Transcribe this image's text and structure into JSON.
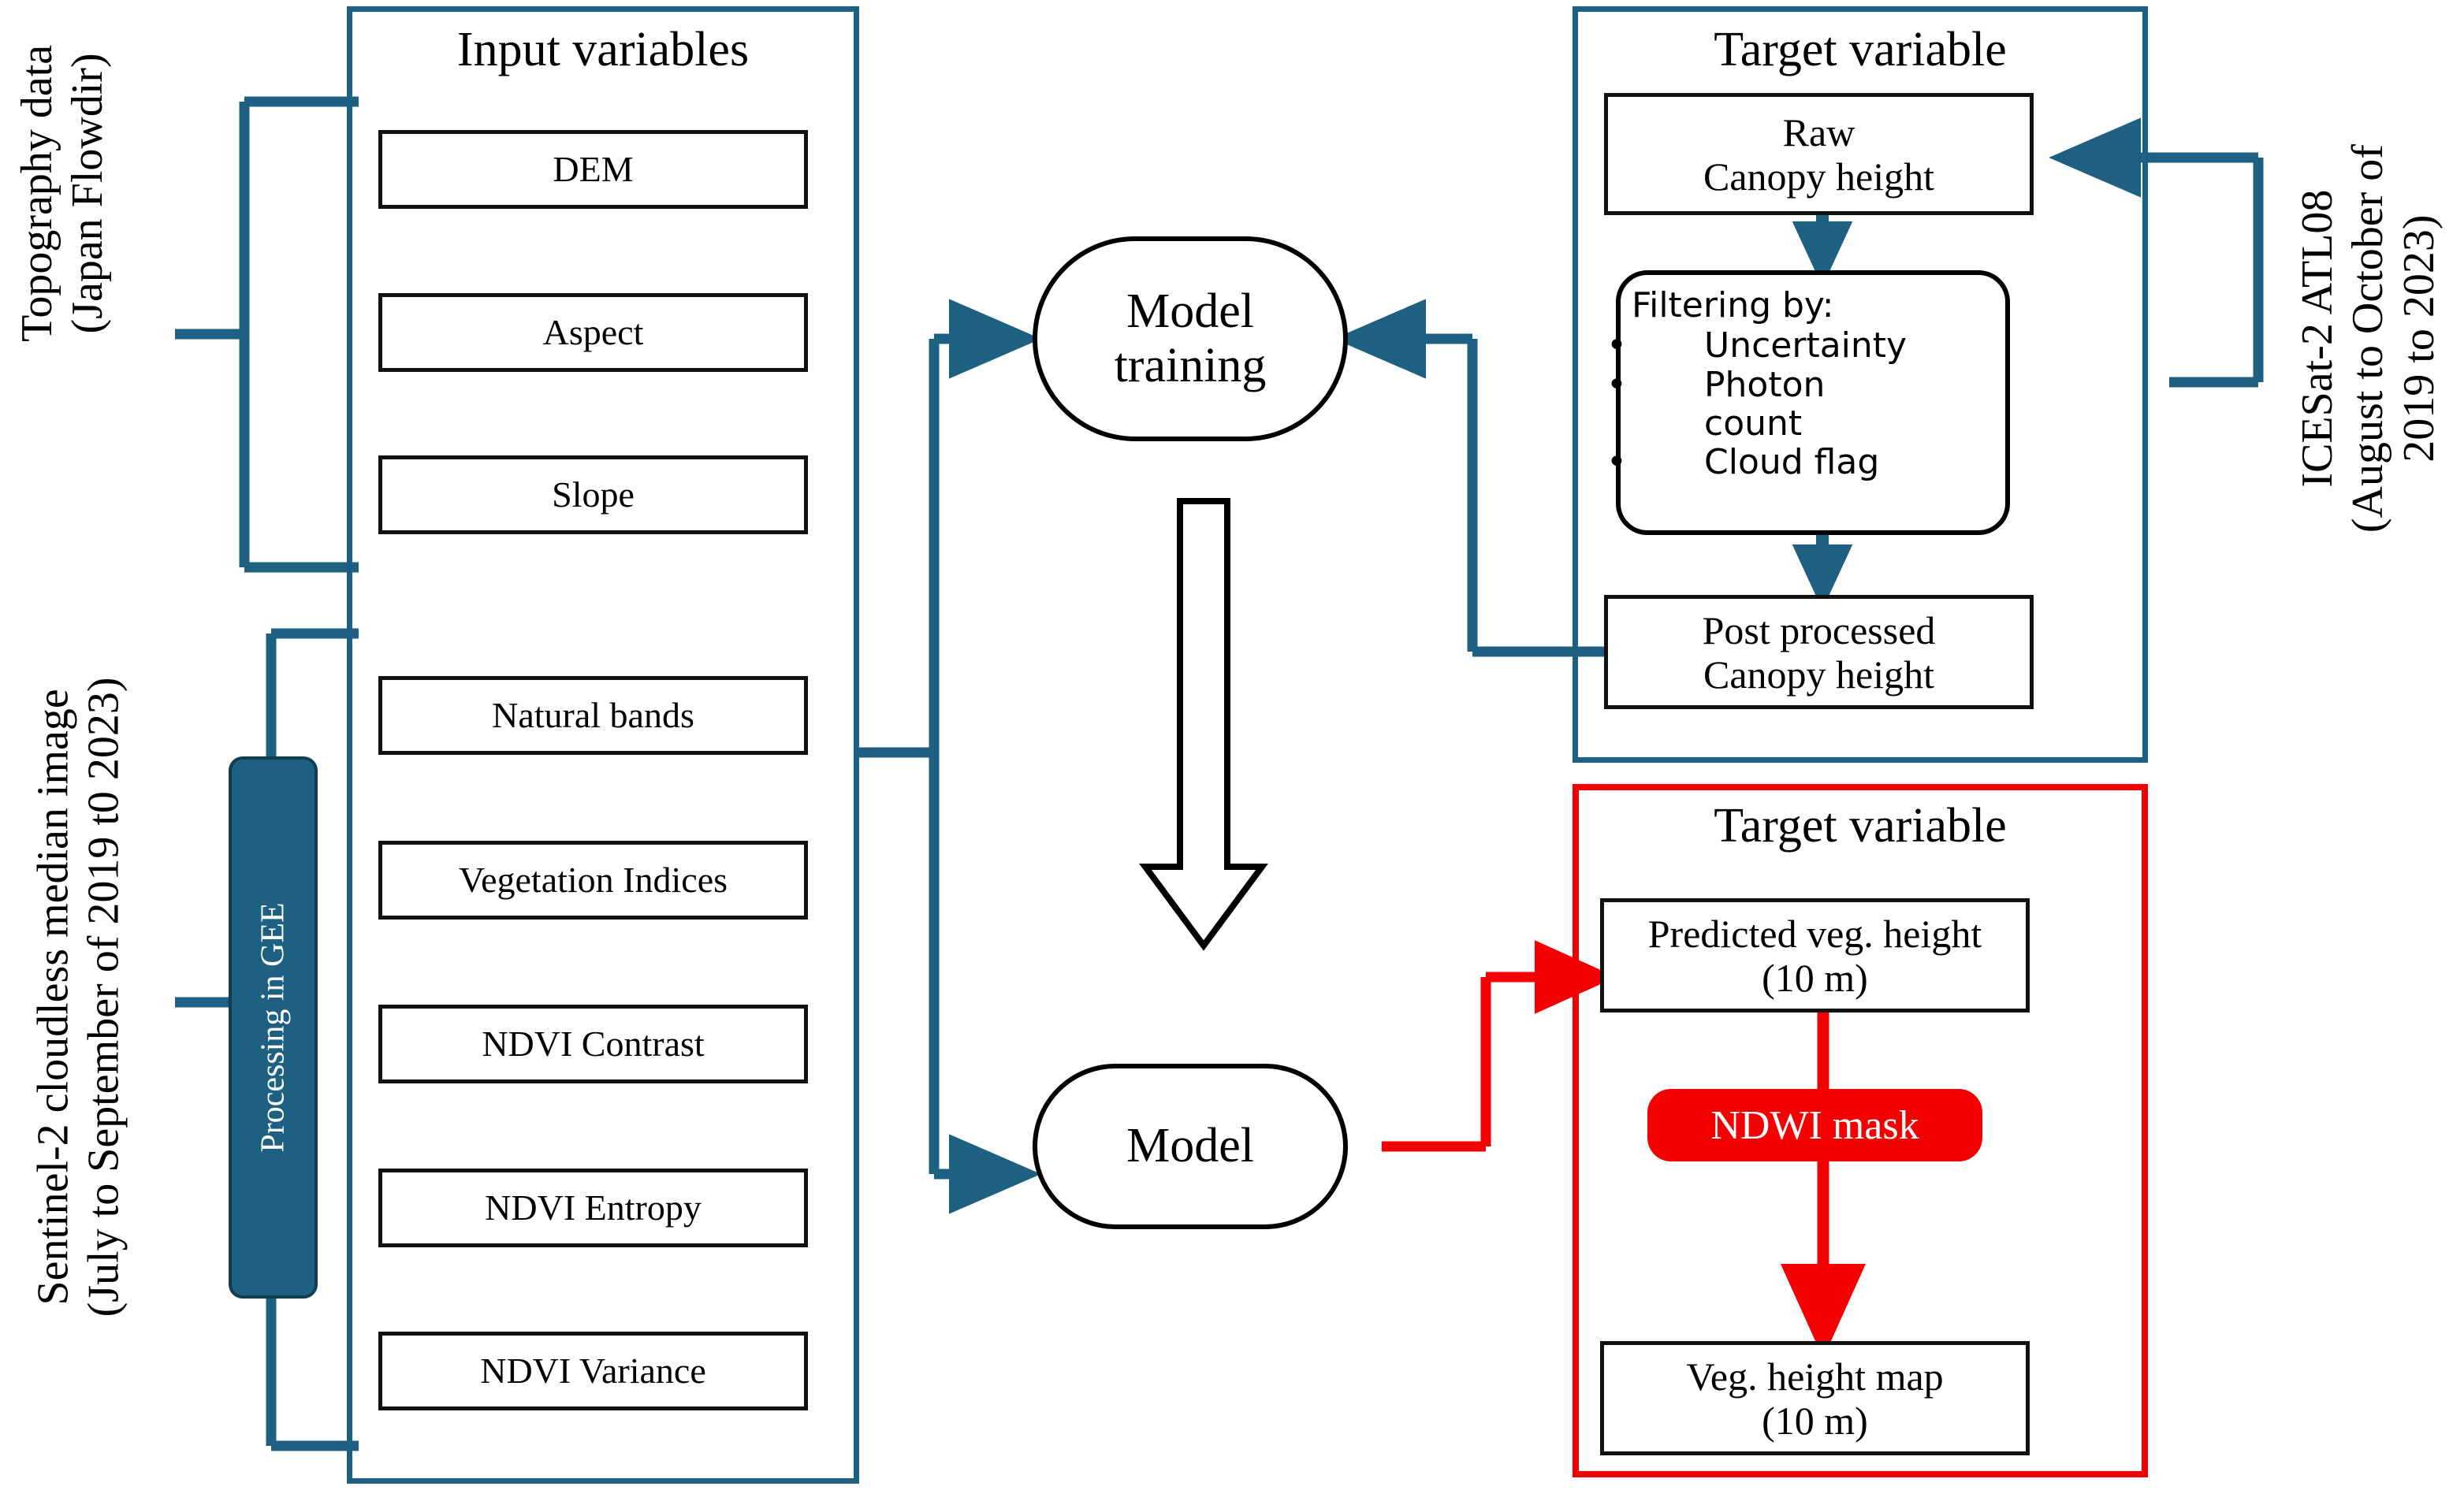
{
  "colors": {
    "blue": "#1d6081",
    "red": "#f50000",
    "black": "#111111",
    "white": "#ffffff"
  },
  "captions": {
    "topography": "Topography data\n(Japan Flowdir)",
    "sentinel": "Sentinel-2 cloudless median image\n(July to September of 2019 t0 2023)",
    "icesat": "ICESat-2 ATL08\n(August to October of\n2019 to 2023)"
  },
  "gee": {
    "label": "Processing in GEE"
  },
  "input_panel": {
    "title": "Input variables",
    "topography_items": [
      "DEM",
      "Aspect",
      "Slope"
    ],
    "sentinel_items": [
      "Natural bands",
      "Vegetation Indices",
      "NDVI Contrast",
      "NDVI Entropy",
      "NDVI Variance"
    ]
  },
  "center": {
    "model_training": "Model\ntraining",
    "model": "Model"
  },
  "target_top": {
    "title": "Target variable",
    "raw": "Raw\nCanopy height",
    "filtering": {
      "heading": "Filtering by:",
      "items": [
        "Uncertainty",
        "Photon\ncount",
        "Cloud flag"
      ]
    },
    "post_processed": "Post processed\nCanopy height"
  },
  "target_bottom": {
    "title": "Target variable",
    "predicted": "Predicted veg. height\n(10 m)",
    "mask": "NDWI mask",
    "output": "Veg. height map\n(10 m)"
  },
  "chart_data": {
    "type": "diagram",
    "title": "Vegetation height mapping workflow",
    "nodes": [
      {
        "id": "topography",
        "label": "Topography data (Japan Flowdir)",
        "kind": "source-caption"
      },
      {
        "id": "sentinel",
        "label": "Sentinel-2 cloudless median image (July to September of 2019 t0 2023)",
        "kind": "source-caption"
      },
      {
        "id": "icesat",
        "label": "ICESat-2 ATL08 (August to October of 2019 to 2023)",
        "kind": "source-caption"
      },
      {
        "id": "gee",
        "label": "Processing in GEE",
        "kind": "process-bar"
      },
      {
        "id": "input-variables",
        "label": "Input variables",
        "kind": "group"
      },
      {
        "id": "dem",
        "label": "DEM",
        "kind": "box"
      },
      {
        "id": "aspect",
        "label": "Aspect",
        "kind": "box"
      },
      {
        "id": "slope",
        "label": "Slope",
        "kind": "box"
      },
      {
        "id": "natural-bands",
        "label": "Natural bands",
        "kind": "box"
      },
      {
        "id": "vegetation-indices",
        "label": "Vegetation Indices",
        "kind": "box"
      },
      {
        "id": "ndvi-contrast",
        "label": "NDVI Contrast",
        "kind": "box"
      },
      {
        "id": "ndvi-entropy",
        "label": "NDVI Entropy",
        "kind": "box"
      },
      {
        "id": "ndvi-variance",
        "label": "NDVI Variance",
        "kind": "box"
      },
      {
        "id": "model-training",
        "label": "Model training",
        "kind": "pill"
      },
      {
        "id": "model",
        "label": "Model",
        "kind": "pill"
      },
      {
        "id": "target-variable-top",
        "label": "Target variable",
        "kind": "group"
      },
      {
        "id": "raw-canopy-height",
        "label": "Raw Canopy height",
        "kind": "box"
      },
      {
        "id": "filtering",
        "label": "Filtering by: Uncertainty, Photon count, Cloud flag",
        "kind": "rounded-box"
      },
      {
        "id": "post-processed-canopy-height",
        "label": "Post processed Canopy height",
        "kind": "box"
      },
      {
        "id": "target-variable-bottom",
        "label": "Target variable",
        "kind": "group"
      },
      {
        "id": "predicted-veg-height",
        "label": "Predicted veg. height (10 m)",
        "kind": "box"
      },
      {
        "id": "ndwi-mask",
        "label": "NDWI mask",
        "kind": "pill-filled"
      },
      {
        "id": "veg-height-map",
        "label": "Veg. height map (10 m)",
        "kind": "box"
      }
    ],
    "edges": [
      {
        "from": "topography",
        "to": "input-variables",
        "color": "#1d6081"
      },
      {
        "from": "sentinel",
        "to": "gee",
        "color": "#1d6081"
      },
      {
        "from": "gee",
        "to": "input-variables",
        "color": "#1d6081"
      },
      {
        "from": "input-variables",
        "to": "model-training",
        "color": "#1d6081"
      },
      {
        "from": "input-variables",
        "to": "model",
        "color": "#1d6081"
      },
      {
        "from": "icesat",
        "to": "raw-canopy-height",
        "color": "#1d6081"
      },
      {
        "from": "raw-canopy-height",
        "to": "filtering",
        "color": "#1d6081"
      },
      {
        "from": "filtering",
        "to": "post-processed-canopy-height",
        "color": "#1d6081"
      },
      {
        "from": "post-processed-canopy-height",
        "to": "model-training",
        "color": "#1d6081"
      },
      {
        "from": "model-training",
        "to": "model",
        "color": "#111111"
      },
      {
        "from": "model",
        "to": "predicted-veg-height",
        "color": "#f50000"
      },
      {
        "from": "predicted-veg-height",
        "to": "veg-height-map",
        "color": "#f50000",
        "via": "ndwi-mask"
      }
    ]
  }
}
